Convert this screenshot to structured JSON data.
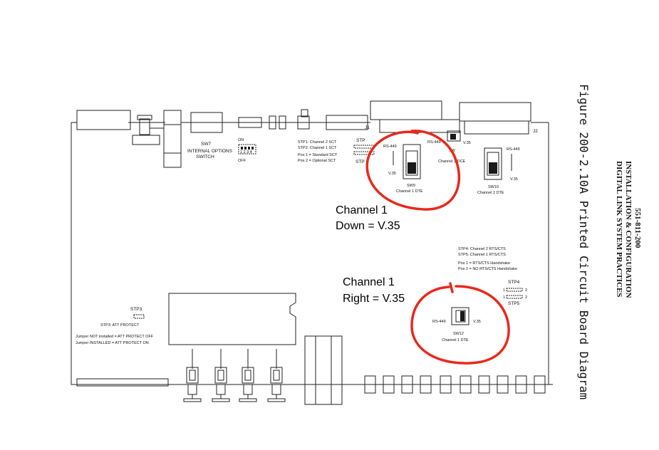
{
  "figure": {
    "caption": "Figure 200-2.10A Printed Circuit Board Diagram",
    "header_line1": "DIGITAL LINK SYSTEM PRACTICES",
    "header_line2": "INSTALLATION & CONFIGURATION",
    "header_line3": "551-811-200"
  },
  "annotations": {
    "top_line1": "Channel 1",
    "top_line2": "Down = V.35",
    "bottom_line1": "Channel 1",
    "bottom_line2": "Right = V.35",
    "highlight_color": "#e8291c"
  },
  "board": {
    "sw7_label": "SW7",
    "sw7_desc1": "INTERNAL OPTIONS",
    "sw7_desc2": "SWITCH",
    "on_label": "ON",
    "off_label": "OFF",
    "dip_numbers": "1 2 3 4",
    "stp12_line1": "STP1: Channel 2 SCT",
    "stp12_line2": "STP2: Channel 1 SCT",
    "stp12_line3": "Pos 1 = Standard SCT",
    "stp12_line4": "Pos 2 = Optional SCT",
    "j1": "J1",
    "j2": "J2",
    "stp_top": "STP",
    "stp_bot": "STP",
    "sw9_rs": "RS-449",
    "sw9_v": "V.35",
    "sw9_label": "SW9",
    "sw9_desc": "Channel 1 DTE",
    "mid_rs": "RS-449",
    "mid_v": "V.35",
    "mid_sw": "SW",
    "mid_desc": "Channel 1 DCE",
    "sw10_rs": "RS-449",
    "sw10_v": "V.35",
    "sw10_label": "SW10",
    "sw10_desc": "Channel 2 DTE",
    "stp45_line1": "STP4: Channel 2 RTS/CTS",
    "stp45_line2": "STP5: Channel 1 RTS/CTS",
    "stp45_line3": "Pos 1 = RTS/CTS Handshake",
    "stp45_line4": "Pos 2 = NO RTS/CTS Handshake",
    "stp4_label": "STP4",
    "stp5_label": "STP5",
    "pos1": "1",
    "pos2": "2",
    "sw12_rs": "RS-449",
    "sw12_v": "V.35",
    "sw12_label": "SW12",
    "sw12_desc": "Channel 1 DTE",
    "stp3_label": "STP3",
    "stp3_desc": "STP3: ATT PROTECT",
    "stp3_line1": "Jumper NOT installed = ATT PROTECT OFF",
    "stp3_line2": "Jumper INSTALLED = ATT PROTECT ON"
  }
}
